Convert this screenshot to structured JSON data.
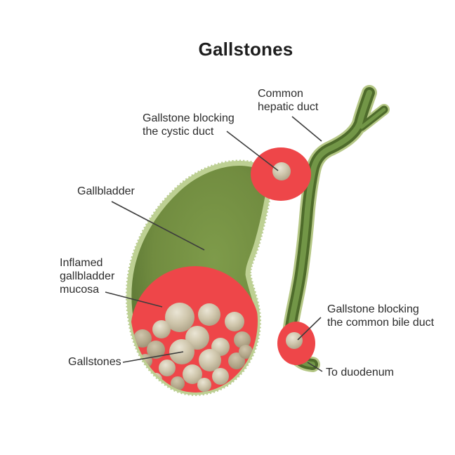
{
  "title": "Gallstones",
  "labels": {
    "common_hepatic_duct": "Common\nhepatic duct",
    "cystic_duct_blockage": "Gallstone blocking\nthe cystic duct",
    "gallbladder": "Gallbladder",
    "inflamed_mucosa": "Inflamed\ngallbladder\nmucosa",
    "gallstones": "Gallstones",
    "bile_duct_blockage": "Gallstone blocking\nthe common bile duct",
    "to_duodenum": "To duodenum"
  },
  "colors": {
    "background": "#ffffff",
    "text": "#2c2c2c",
    "leader_line": "#3d3d3d",
    "inflammation_red": "#ee4649",
    "organ_green": "#7a9447",
    "organ_green_dark": "#4f682c",
    "organ_rim_green": "#bdd093",
    "duct_green": "#6f9241",
    "stone_beige": "#cdc3a8"
  }
}
